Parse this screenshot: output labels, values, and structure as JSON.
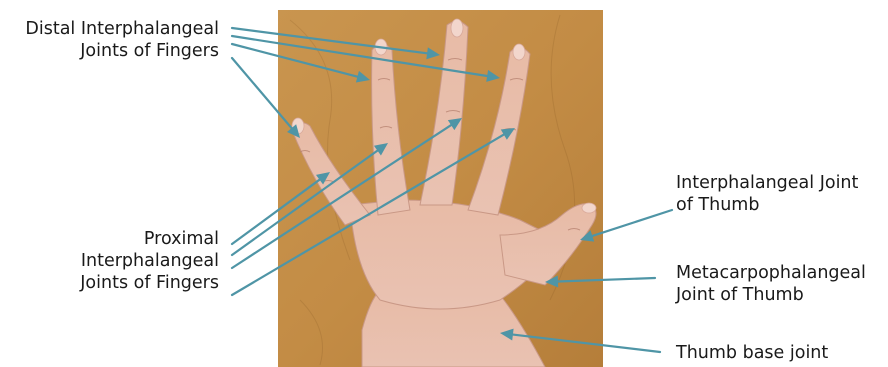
{
  "arrow_color": "#4f95a6",
  "labels": {
    "distal": [
      "Distal Interphalangeal",
      "Joints of Fingers"
    ],
    "proximal": [
      "Proximal",
      "Interphalangeal",
      "Joints of Fingers"
    ],
    "thumb_ip": [
      "Interphalangeal Joint",
      "of Thumb"
    ],
    "thumb_mcp": [
      "Metacarpophalangeal",
      "Joint of Thumb"
    ],
    "thumb_base": [
      "Thumb base joint"
    ]
  }
}
